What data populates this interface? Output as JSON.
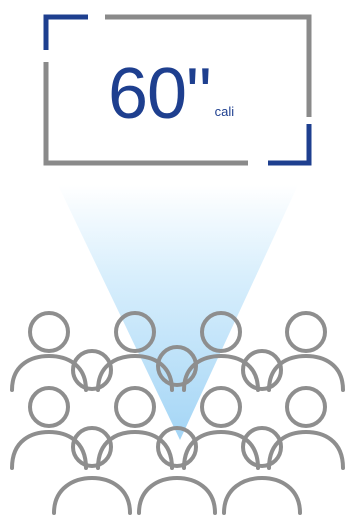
{
  "screen": {
    "size_value": "60\"",
    "size_unit": "cali"
  },
  "colors": {
    "frame_gray": "#8a8a8a",
    "frame_corner_blue": "#1e3f8f",
    "text_blue": "#1e3f8f",
    "beam_blue": "#9fd3f5",
    "audience_outline": "#8e8e8e"
  },
  "icons": [
    "screen-frame",
    "projector-beam",
    "audience-people-icon"
  ]
}
